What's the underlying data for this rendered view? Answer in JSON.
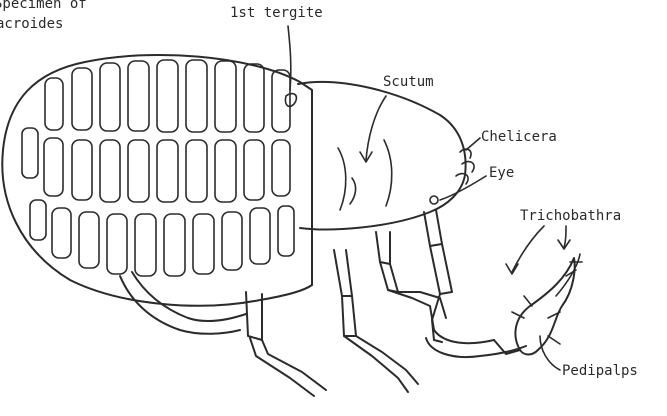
{
  "caption": {
    "line1": "Specimen of",
    "line2": "acroides"
  },
  "labels": {
    "first_tergite": "1st tergite",
    "scutum": "Scutum",
    "chelicera": "Chelicera",
    "eye": "Eye",
    "trichobathra": "Trichobathra",
    "pedipalps": "Pedipalps"
  }
}
